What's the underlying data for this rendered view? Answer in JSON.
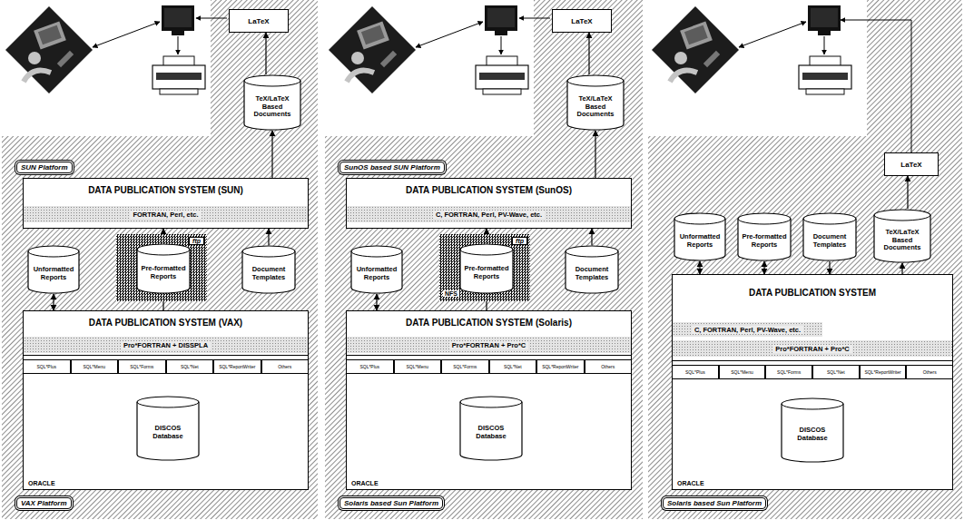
{
  "diagram": {
    "nodes": [
      {
        "text": [
          "SUN Platform"
        ]
      },
      {
        "text": [
          "LaTeX"
        ],
        "in": 0
      },
      {
        "text": [
          "TeX/LaTeX Based Documents"
        ],
        "in": 0
      },
      {
        "text": [
          "DATA PUBLICATION SYSTEM (SUN)",
          "FORTRAN, Perl, etc."
        ],
        "in": 0
      },
      {
        "text": [
          "Unformatted Reports"
        ]
      },
      {
        "text": [
          "ftp"
        ]
      },
      {
        "text": [
          "Pre-formatted Reports"
        ],
        "in": 5
      },
      {
        "text": [
          "Document Templates"
        ]
      },
      {
        "text": [
          "VAX Platform"
        ]
      },
      {
        "text": [
          "ORACLE"
        ],
        "in": 8
      },
      {
        "text": [
          "DATA PUBLICATION SYSTEM (VAX)",
          "Pro*FORTRAN + DISSPLA"
        ],
        "in": 9
      },
      {
        "text": [
          "SQL*Plus"
        ],
        "in": 9
      },
      {
        "text": [
          "SQL*Menu"
        ],
        "in": 9
      },
      {
        "text": [
          "SQL*Forms"
        ],
        "in": 9
      },
      {
        "text": [
          "SQL*Net"
        ],
        "in": 9
      },
      {
        "text": [
          "SQL*ReportWriter"
        ],
        "in": 9
      },
      {
        "text": [
          "Others"
        ],
        "in": 9
      },
      {
        "text": [
          "DISCOS Database"
        ],
        "in": 9
      },
      {
        "text": [
          "SunOS based SUN Platform"
        ]
      },
      {
        "text": [
          "LaTeX"
        ],
        "in": 18
      },
      {
        "text": [
          "TeX/LaTeX Based Documents"
        ],
        "in": 18
      },
      {
        "text": [
          "DATA PUBLICATION SYSTEM (SunOS)",
          "C, FORTRAN, Perl, PV-Wave, etc."
        ],
        "in": 18
      },
      {
        "text": [
          "Unformatted Reports"
        ]
      },
      {
        "text": [
          "ftp"
        ]
      },
      {
        "text": [
          "Pre-formatted Reports"
        ],
        "in": 23
      },
      {
        "text": [
          "Document Templates"
        ]
      },
      {
        "text": [
          "Solaris based Sun Platform"
        ]
      },
      {
        "text": [
          "ORACLE"
        ],
        "in": 26
      },
      {
        "text": [
          "DATA PUBLICATION SYSTEM (Solaris)",
          "Pro*FORTRAN + Pro*C"
        ],
        "in": 27
      },
      {
        "text": [
          "SQL*Plus"
        ],
        "in": 27
      },
      {
        "text": [
          "SQL*Menu"
        ],
        "in": 27
      },
      {
        "text": [
          "SQL*Forms"
        ],
        "in": 27
      },
      {
        "text": [
          "SQL*Net"
        ],
        "in": 27
      },
      {
        "text": [
          "SQL*ReportWriter"
        ],
        "in": 27
      },
      {
        "text": [
          "Others"
        ],
        "in": 27
      },
      {
        "text": [
          "DISCOS Database"
        ],
        "in": 27
      },
      {
        "text": [
          "Solaris based Sun Platform"
        ]
      },
      {
        "text": [
          "LaTeX"
        ],
        "in": 36
      },
      {
        "text": [
          "Unformatted Reports"
        ],
        "in": 36
      },
      {
        "text": [
          "Pre-formatted Reports"
        ],
        "in": 36
      },
      {
        "text": [
          "Document Templates"
        ],
        "in": 36
      },
      {
        "text": [
          "TeX/LaTeX Based Documents"
        ],
        "in": 36
      },
      {
        "text": [
          "ORACLE"
        ],
        "in": 36
      },
      {
        "text": [
          "DATA PUBLICATION SYSTEM",
          "C, FORTRAN, Perl, PV-Wave, etc.",
          "Pro*FORTRAN + Pro*C"
        ],
        "in": 42
      },
      {
        "text": [
          "SQL*Plus"
        ],
        "in": 42
      },
      {
        "text": [
          "SQL*Menu"
        ],
        "in": 42
      },
      {
        "text": [
          "SQL*Forms"
        ],
        "in": 42
      },
      {
        "text": [
          "SQL*Net"
        ],
        "in": 42
      },
      {
        "text": [
          "SQL*ReportWriter"
        ],
        "in": 42
      },
      {
        "text": [
          "Others"
        ],
        "in": 42
      },
      {
        "text": [
          "DISCOS Database"
        ],
        "in": 42
      }
    ],
    "edges": [
      {
        "from": 3,
        "to": 2,
        "arrow": "to"
      },
      {
        "from": 2,
        "to": 1,
        "arrow": "to"
      },
      {
        "from": 4,
        "to": 10,
        "arrow": "both"
      },
      {
        "from": 10,
        "to": 6,
        "arrow": "to"
      },
      {
        "from": 6,
        "to": 3,
        "arrow": "to"
      },
      {
        "from": 7,
        "to": 3,
        "arrow": "to"
      },
      {
        "from": 21,
        "to": 20,
        "arrow": "to"
      },
      {
        "from": 20,
        "to": 19,
        "arrow": "to"
      },
      {
        "from": 22,
        "to": 28,
        "arrow": "both"
      },
      {
        "from": 28,
        "to": 24,
        "arrow": "to"
      },
      {
        "from": 24,
        "to": 21,
        "arrow": "to"
      },
      {
        "from": 25,
        "to": 21,
        "arrow": "to"
      },
      {
        "from": 38,
        "to": 43,
        "arrow": "both"
      },
      {
        "from": 39,
        "to": 43,
        "arrow": "both"
      },
      {
        "from": 40,
        "to": 43,
        "arrow": "to"
      },
      {
        "from": 43,
        "to": 41,
        "arrow": "to"
      },
      {
        "from": 41,
        "to": 37,
        "arrow": "to"
      }
    ],
    "labels": [
      "NFS"
    ]
  }
}
